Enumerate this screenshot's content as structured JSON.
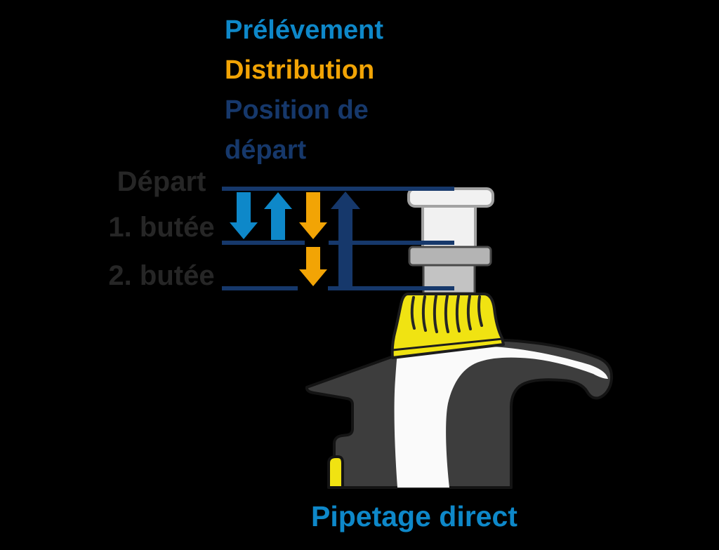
{
  "background": "#000000",
  "title": {
    "text": "Pipetage direct",
    "color": "#0e88c9"
  },
  "legend": {
    "items": [
      {
        "id": "prelevement",
        "label": "Prélévement",
        "color": "#0e88c9"
      },
      {
        "id": "distribution",
        "label": "Distribution",
        "color": "#f2a405"
      },
      {
        "id": "position-depart",
        "label": "Position de départ",
        "color": "#16386b"
      }
    ]
  },
  "stop_labels": {
    "color": "#262626",
    "items": [
      {
        "id": "depart",
        "label": "Départ"
      },
      {
        "id": "butee1",
        "label": "1. butée"
      },
      {
        "id": "butee2",
        "label": "2. butée"
      }
    ]
  },
  "diagram": {
    "stop_lines": {
      "color": "#16386b",
      "count": 3
    },
    "arrows": [
      {
        "id": "prelevement-down",
        "color": "#0e88c9",
        "direction": "down",
        "from": "Départ",
        "to": "1. butée"
      },
      {
        "id": "prelevement-up",
        "color": "#0e88c9",
        "direction": "up",
        "from": "1. butée",
        "to": "Départ"
      },
      {
        "id": "distribution-down-1",
        "color": "#f2a405",
        "direction": "down",
        "from": "Départ",
        "to": "1. butée"
      },
      {
        "id": "distribution-down-2",
        "color": "#f2a405",
        "direction": "down",
        "from": "1. butée",
        "to": "2. butée"
      },
      {
        "id": "position-depart-up",
        "color": "#16386b",
        "direction": "up",
        "from": "2. butée",
        "to": "Départ"
      }
    ],
    "pipette": {
      "parts": [
        "plunger-button",
        "plunger-stem",
        "stop-collar",
        "lower-stem",
        "volume-ring",
        "body",
        "finger-hook",
        "side-button",
        "body-stripe"
      ],
      "colors": {
        "button_white": "#f1f1f1",
        "button_outline": "#a2a2a2",
        "collar_gray": "#b4b4b4",
        "stem_gray": "#c3c3c3",
        "metal_outline": "#4a4a4a",
        "ring_yellow": "#f0e312",
        "body_dark": "#3d3d3d",
        "outline_black": "#141414",
        "stripe_white": "#fafafa"
      }
    }
  }
}
